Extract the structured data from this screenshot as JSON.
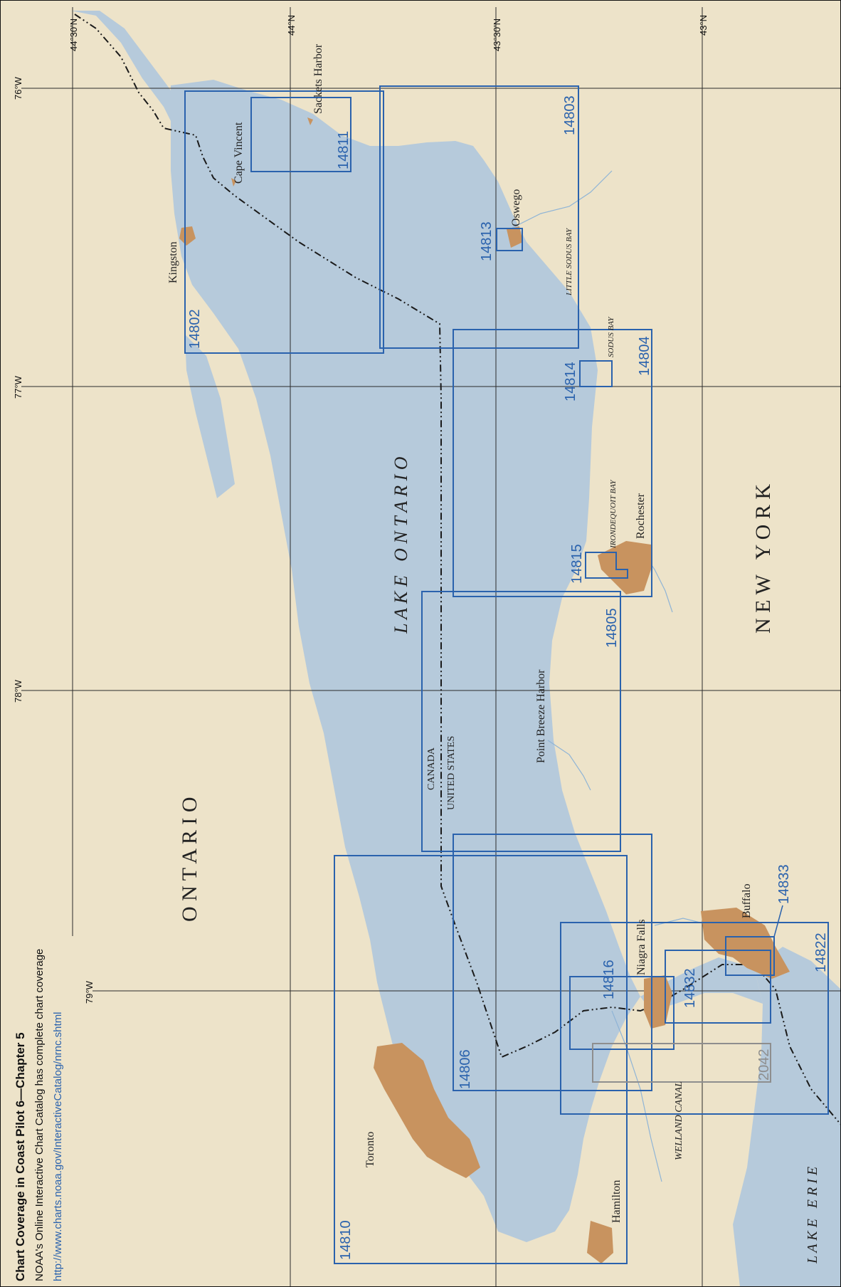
{
  "colors": {
    "land": "#ede3c9",
    "water": "#b6cadb",
    "grid": "#2b2b2b",
    "border": "#1a1a1a",
    "city": "#c8935f",
    "chart_box": "#2a62ad",
    "inset_box": "#8e8e8e",
    "chart_label": "#2a62ad",
    "inset_label": "#8e8e8e",
    "river": "#8fb4d6"
  },
  "title": {
    "heading": "Chart Coverage in Coast Pilot 6—Chapter 5",
    "subtitle": "NOAA's Online Interactive Chart Catalog has complete chart coverage",
    "url": "http://www.charts.noaa.gov/InteractiveCatalog/nrnc.shtml"
  },
  "grid": {
    "latitude": [
      "44°30'N",
      "44°N",
      "43°30'N",
      "43°N"
    ],
    "longitude": [
      "76°W",
      "77°W",
      "78°W",
      "79°W"
    ]
  },
  "regions": {
    "lake_ontario": "L A K E   O N T A R I O",
    "ontario": "O N T A R I O",
    "new_york": "N E W   Y O R K",
    "lake_erie": "L A K E   E R I E",
    "welland_canal": "WELLAND CANAL",
    "canada": "CANADA",
    "united_states": "UNITED STATES"
  },
  "places": {
    "kingston": "Kingston",
    "cape_vincent": "Cape Vincent",
    "sackets_harbor": "Sackets Harbor",
    "oswego": "Oswego",
    "little_sodus_bay": "LITTLE SODUS BAY",
    "sodus_bay": "SODUS BAY",
    "irondequoit_bay": "IRONDEQUOIT BAY",
    "rochester": "Rochester",
    "point_breeze_harbor": "Point Breeze Harbor",
    "niagara_falls": "Niagra Falls",
    "buffalo": "Buffalo",
    "toronto": "Toronto",
    "hamilton": "Hamilton"
  },
  "charts": [
    {
      "id": "c14802",
      "number": "14802"
    },
    {
      "id": "c14803",
      "number": "14803"
    },
    {
      "id": "c14811",
      "number": "14811"
    },
    {
      "id": "c14813",
      "number": "14813"
    },
    {
      "id": "c14804",
      "number": "14804"
    },
    {
      "id": "c14814",
      "number": "14814"
    },
    {
      "id": "c14815",
      "number": "14815"
    },
    {
      "id": "c14805",
      "number": "14805"
    },
    {
      "id": "c14806",
      "number": "14806"
    },
    {
      "id": "c14810",
      "number": "14810"
    },
    {
      "id": "c14816",
      "number": "14816"
    },
    {
      "id": "c14832",
      "number": "14832"
    },
    {
      "id": "c14822",
      "number": "14822"
    },
    {
      "id": "c14833",
      "number": "14833"
    },
    {
      "id": "c2042",
      "number": "2042"
    }
  ]
}
